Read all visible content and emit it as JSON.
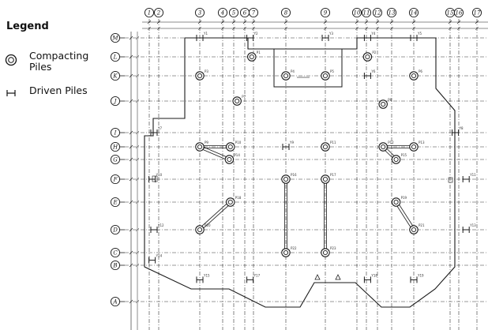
{
  "legend": {
    "title": "Legend",
    "items": [
      {
        "label": "Compacting Piles",
        "icon": "compacting-pile-icon"
      },
      {
        "label": "Driven Piles",
        "icon": "driven-pile-icon"
      }
    ]
  },
  "grid": {
    "columns": [
      "1",
      "2",
      "3",
      "4",
      "5",
      "6",
      "7",
      "8",
      "9",
      "10",
      "11",
      "12",
      "13",
      "14",
      "15",
      "16",
      "17"
    ],
    "rows": [
      "M",
      "L",
      "K",
      "J",
      "I",
      "H",
      "G",
      "F",
      "E",
      "D",
      "C",
      "B",
      "A"
    ]
  },
  "compacting_piles": [
    {
      "label": "P1",
      "col": 6.8,
      "row": 2.0
    },
    {
      "label": "P2",
      "col": 11.1,
      "row": 2.0
    },
    {
      "label": "P3",
      "col": 3.0,
      "row": 3.0
    },
    {
      "label": "P4",
      "col": 8.0,
      "row": 3.0
    },
    {
      "label": "P5",
      "col": 9.0,
      "row": 3.0
    },
    {
      "label": "P6",
      "col": 14.0,
      "row": 3.0
    },
    {
      "label": "P7",
      "col": 5.3,
      "row": 4.0
    },
    {
      "label": "P8",
      "col": 12.4,
      "row": 4.1
    },
    {
      "label": "P9",
      "col": 3.0,
      "row": 6.0
    },
    {
      "label": "P10",
      "col": 4.7,
      "row": 6.0
    },
    {
      "label": "P11",
      "col": 9.0,
      "row": 6.0
    },
    {
      "label": "P12",
      "col": 12.4,
      "row": 6.0
    },
    {
      "label": "P13",
      "col": 14.0,
      "row": 6.0
    },
    {
      "label": "P14",
      "col": 4.6,
      "row": 7.0
    },
    {
      "label": "P15",
      "col": 13.2,
      "row": 7.0
    },
    {
      "label": "P16",
      "col": 8.0,
      "row": 8.0
    },
    {
      "label": "P17",
      "col": 9.0,
      "row": 8.0
    },
    {
      "label": "P18",
      "col": 4.7,
      "row": 9.0
    },
    {
      "label": "P19",
      "col": 13.2,
      "row": 9.0
    },
    {
      "label": "P20",
      "col": 3.0,
      "row": 10.0
    },
    {
      "label": "P21",
      "col": 14.0,
      "row": 10.0
    },
    {
      "label": "P22",
      "col": 8.0,
      "row": 11.0
    },
    {
      "label": "P23",
      "col": 9.0,
      "row": 11.0
    }
  ],
  "driven_piles": [
    {
      "label": "Y1",
      "col": 3.0,
      "row": 1.0
    },
    {
      "label": "Y2",
      "col": 6.6,
      "row": 1.0
    },
    {
      "label": "Y3",
      "col": 9.0,
      "row": 1.0
    },
    {
      "label": "Y4",
      "col": 11.1,
      "row": 1.0
    },
    {
      "label": "Y5",
      "col": 14.0,
      "row": 1.0
    },
    {
      "label": "Y6",
      "col": 11.1,
      "row": 3.0
    },
    {
      "label": "Y7",
      "col": 1.5,
      "row": 5.0
    },
    {
      "label": "Y8",
      "col": 15.6,
      "row": 5.0
    },
    {
      "label": "Y9",
      "col": 8.0,
      "row": 6.0
    },
    {
      "label": "Y10",
      "col": 1.3,
      "row": 8.0
    },
    {
      "label": "Y11",
      "col": 16.4,
      "row": 8.0
    },
    {
      "label": "Y12",
      "col": 1.5,
      "row": 10.0
    },
    {
      "label": "Y13",
      "col": 16.4,
      "row": 10.0
    },
    {
      "label": "Y14",
      "col": 1.3,
      "row": 11.6
    },
    {
      "label": "Y15",
      "col": 3.0,
      "row": 12.4
    },
    {
      "label": "Y17",
      "col": 6.6,
      "row": 12.4
    },
    {
      "label": "Y18",
      "col": 11.1,
      "row": 12.4
    },
    {
      "label": "Y19",
      "col": 14.0,
      "row": 12.4
    }
  ],
  "links": [
    [
      "P9",
      "P10"
    ],
    [
      "P9",
      "P14"
    ],
    [
      "P12",
      "P13"
    ],
    [
      "P12",
      "P15"
    ],
    [
      "P18",
      "P20"
    ],
    [
      "P19",
      "P21"
    ],
    [
      "P16",
      "P22"
    ],
    [
      "P17",
      "P23"
    ]
  ],
  "ink_color": "#1a1a1a"
}
